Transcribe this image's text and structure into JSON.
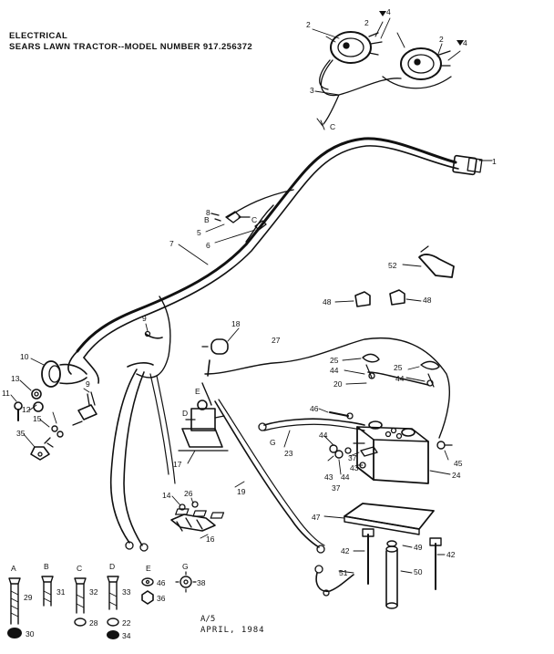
{
  "title": {
    "line1": "ELECTRICAL",
    "line2": "SEARS LAWN TRACTOR--MODEL NUMBER  917.256372"
  },
  "footer": {
    "code": "A/5",
    "date": "APRIL, 1984"
  },
  "parts": {
    "headlights": "2",
    "bulb": "4",
    "harness_lower": "3",
    "connector": "1",
    "wire_clip_a": "8",
    "wire_clip_b": "5",
    "wire_end": "6",
    "harness_main": "7",
    "tie_strap": "9",
    "ignition_switch": "10",
    "key_nut": "11",
    "washer": "13",
    "switch_plug": "12",
    "wire_terminal": "15",
    "switch_cover": "35",
    "fuse": "18",
    "cable_27": "27",
    "solenoid": "17",
    "cable_19": "19",
    "terminal_14": "14",
    "terminal_26": "26",
    "plug_16": "16",
    "boot": "52",
    "cap_left": "48",
    "cap_right": "48",
    "strap_25a": "25",
    "strap_25b": "25",
    "nut_44a": "44",
    "nut_44b": "44",
    "rod_20": "20",
    "bolt_46": "46",
    "cable_23": "23",
    "nut_44c": "44",
    "nut_37a": "37",
    "nut_44d": "44",
    "nut_43a": "43",
    "nut_43b": "43",
    "nut_37b": "37",
    "battery": "24",
    "terminal_45": "45",
    "tray": "47",
    "hold_down_42a": "42",
    "hold_down_42b": "42",
    "nut_49": "49",
    "tube_50": "50",
    "wire_51": "51"
  },
  "hardware": {
    "A": "A",
    "B": "B",
    "C": "C",
    "D": "D",
    "E": "E",
    "G": "G",
    "n29": "29",
    "n30": "30",
    "n31": "31",
    "n32": "32",
    "n28": "28",
    "n33": "33",
    "n22": "22",
    "n34": "34",
    "n46": "46",
    "n36": "36",
    "n38": "38"
  },
  "letter_marks": {
    "B": "B",
    "C": "C",
    "E": "E",
    "D": "D",
    "G": "G",
    "C2": "C"
  }
}
